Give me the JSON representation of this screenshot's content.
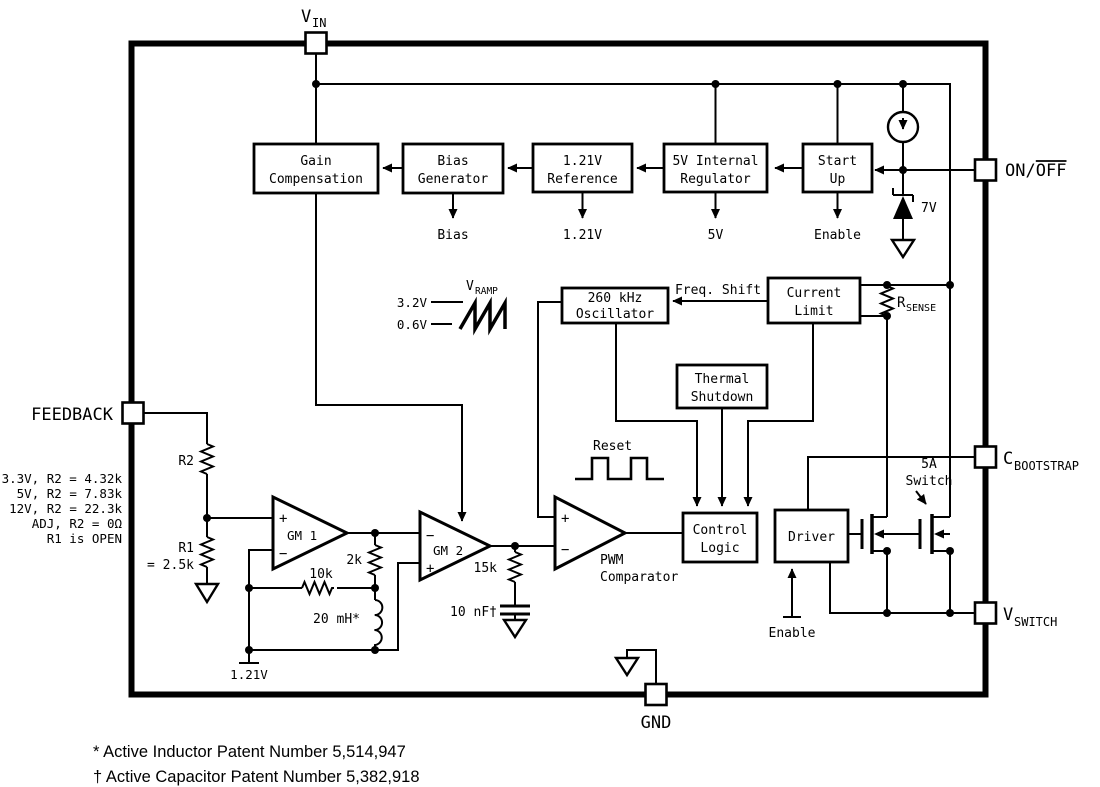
{
  "pins": {
    "vin": {
      "base": "V",
      "sub": "IN"
    },
    "onoff": {
      "pre": "ON/",
      "negated": "OFF"
    },
    "feedback": {
      "label": "FEEDBACK"
    },
    "cbootstrap": {
      "base": "C",
      "sub": "BOOTSTRAP"
    },
    "vswitch": {
      "base": "V",
      "sub": "SWITCH"
    },
    "gnd": {
      "label": "GND"
    }
  },
  "blocks": {
    "gain_compensation": {
      "line1": "Gain",
      "line2": "Compensation"
    },
    "bias_generator": {
      "line1": "Bias",
      "line2": "Generator"
    },
    "reference": {
      "line1": "1.21V",
      "line2": "Reference"
    },
    "internal_regulator": {
      "line1": "5V Internal",
      "line2": "Regulator"
    },
    "start_up": {
      "line1": "Start",
      "line2": "Up"
    },
    "oscillator": {
      "line1": "260 kHz",
      "line2": "Oscillator"
    },
    "current_limit": {
      "line1": "Current",
      "line2": "Limit"
    },
    "thermal_shutdown": {
      "line1": "Thermal",
      "line2": "Shutdown"
    },
    "control_logic": {
      "line1": "Control",
      "line2": "Logic"
    },
    "driver": {
      "label": "Driver"
    }
  },
  "signals": {
    "bias_out": "Bias",
    "ref_out": "1.21V",
    "reg_out": "5V",
    "enable_top": "Enable",
    "enable_driver": "Enable",
    "freq_shift": "Freq. Shift",
    "reset": "Reset",
    "vramp": {
      "base": "V",
      "sub": "RAMP"
    },
    "ramp_high": "3.2V",
    "ramp_low": "0.6V",
    "rsense": {
      "base": "R",
      "sub": "SENSE"
    },
    "switch_5a": {
      "line1": "5A",
      "line2": "Switch"
    },
    "pwm": {
      "line1": "PWM",
      "line2": "Comparator"
    },
    "gm1": "GM 1",
    "gm2": "GM 2",
    "plus": "+",
    "minus": "−"
  },
  "components": {
    "r2": "R2",
    "r1": "R1",
    "r1_value": "= 2.5k",
    "r_10k": "10k",
    "r_2k": "2k",
    "inductor": "20 mH*",
    "r_15k": "15k",
    "capacitor": "10 nF†",
    "vref_node": "1.21V",
    "zener": "7V"
  },
  "feedback_notes": [
    "3.3V, R2 = 4.32k",
    "5V, R2 = 7.83k",
    "12V, R2 = 22.3k",
    "ADJ, R2 = 0Ω",
    "R1 is OPEN"
  ],
  "footnotes": [
    "* Active Inductor Patent Number 5,514,947",
    "† Active Capacitor Patent Number 5,382,918"
  ]
}
